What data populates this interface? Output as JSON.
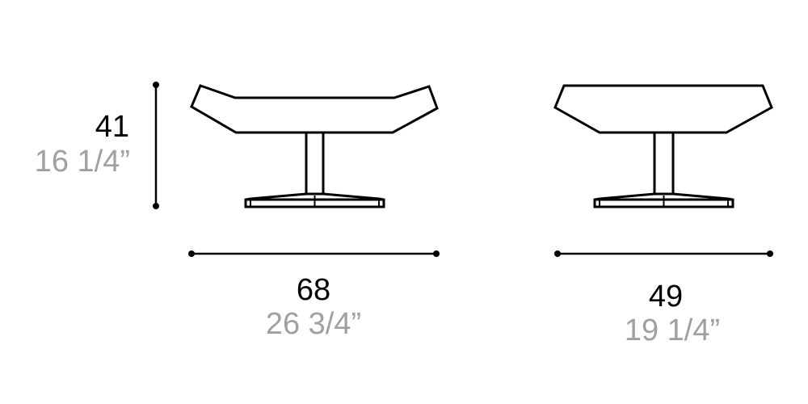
{
  "diagram": {
    "type": "furniture-dimension-drawing",
    "colors": {
      "line": "#000000",
      "metric_text": "#000000",
      "imperial_text": "#a0a0a0",
      "background": "#ffffff"
    },
    "height": {
      "metric": "41",
      "imperial": "16 1/4”"
    },
    "front_view_width": {
      "metric": "68",
      "imperial": "26 3/4”"
    },
    "side_view_depth": {
      "metric": "49",
      "imperial": "19 1/4”"
    },
    "views": [
      {
        "name": "front-view",
        "shape": "pedestal bench with winged seat"
      },
      {
        "name": "side-view",
        "shape": "pedestal bench with tapered seat"
      }
    ]
  }
}
